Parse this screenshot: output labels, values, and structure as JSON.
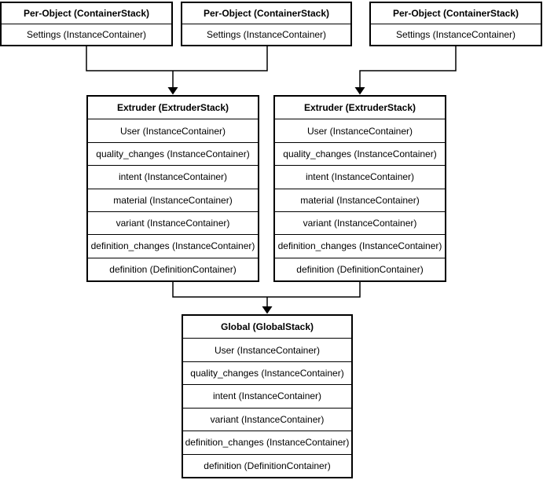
{
  "stacks": {
    "per_object": [
      {
        "title": "Per-Object (ContainerStack)",
        "rows": [
          "Settings (InstanceContainer)"
        ]
      },
      {
        "title": "Per-Object (ContainerStack)",
        "rows": [
          "Settings (InstanceContainer)"
        ]
      },
      {
        "title": "Per-Object (ContainerStack)",
        "rows": [
          "Settings (InstanceContainer)"
        ]
      }
    ],
    "extruders": [
      {
        "title": "Extruder (ExtruderStack)",
        "rows": [
          "User (InstanceContainer)",
          "quality_changes (InstanceContainer)",
          "intent (InstanceContainer)",
          "material (InstanceContainer)",
          "variant (InstanceContainer)",
          "definition_changes (InstanceContainer)",
          "definition (DefinitionContainer)"
        ]
      },
      {
        "title": "Extruder (ExtruderStack)",
        "rows": [
          "User (InstanceContainer)",
          "quality_changes (InstanceContainer)",
          "intent (InstanceContainer)",
          "material (InstanceContainer)",
          "variant (InstanceContainer)",
          "definition_changes (InstanceContainer)",
          "definition (DefinitionContainer)"
        ]
      }
    ],
    "global": {
      "title": "Global (GlobalStack)",
      "rows": [
        "User (InstanceContainer)",
        "quality_changes (InstanceContainer)",
        "intent (InstanceContainer)",
        "variant (InstanceContainer)",
        "definition_changes (InstanceContainer)",
        "definition (DefinitionContainer)"
      ]
    }
  },
  "colors": {
    "background": "#ffffff",
    "box_fill": "#ffffff",
    "border": "#000000",
    "line": "#000000",
    "text": "#000000"
  }
}
